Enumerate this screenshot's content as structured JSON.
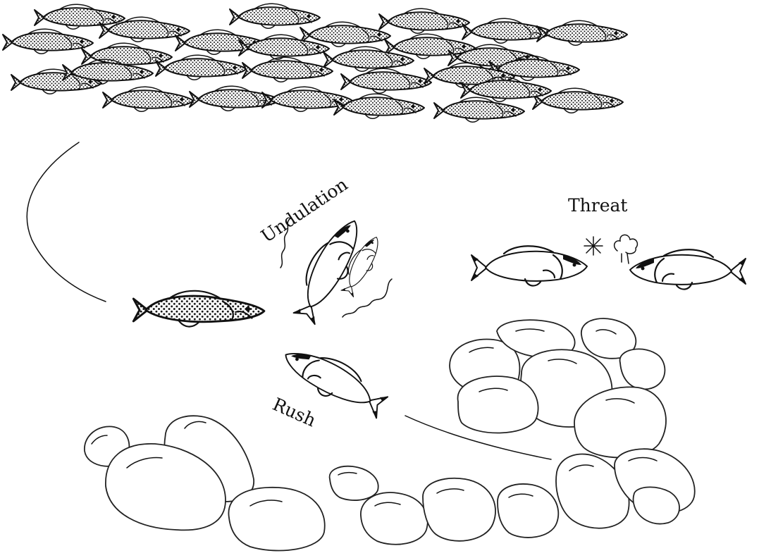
{
  "labels": {
    "undulation": "Undulation",
    "threat": "Threat",
    "rush": "Rush"
  },
  "colors": {
    "ink": "#111111",
    "background": "#ffffff",
    "school_fill": "dotted stipple",
    "fish_fill": "#ffffff"
  },
  "figure": {
    "school_fish_count": 28,
    "subordinate_fish": 1,
    "display_fish": 4,
    "rocks": 18
  }
}
